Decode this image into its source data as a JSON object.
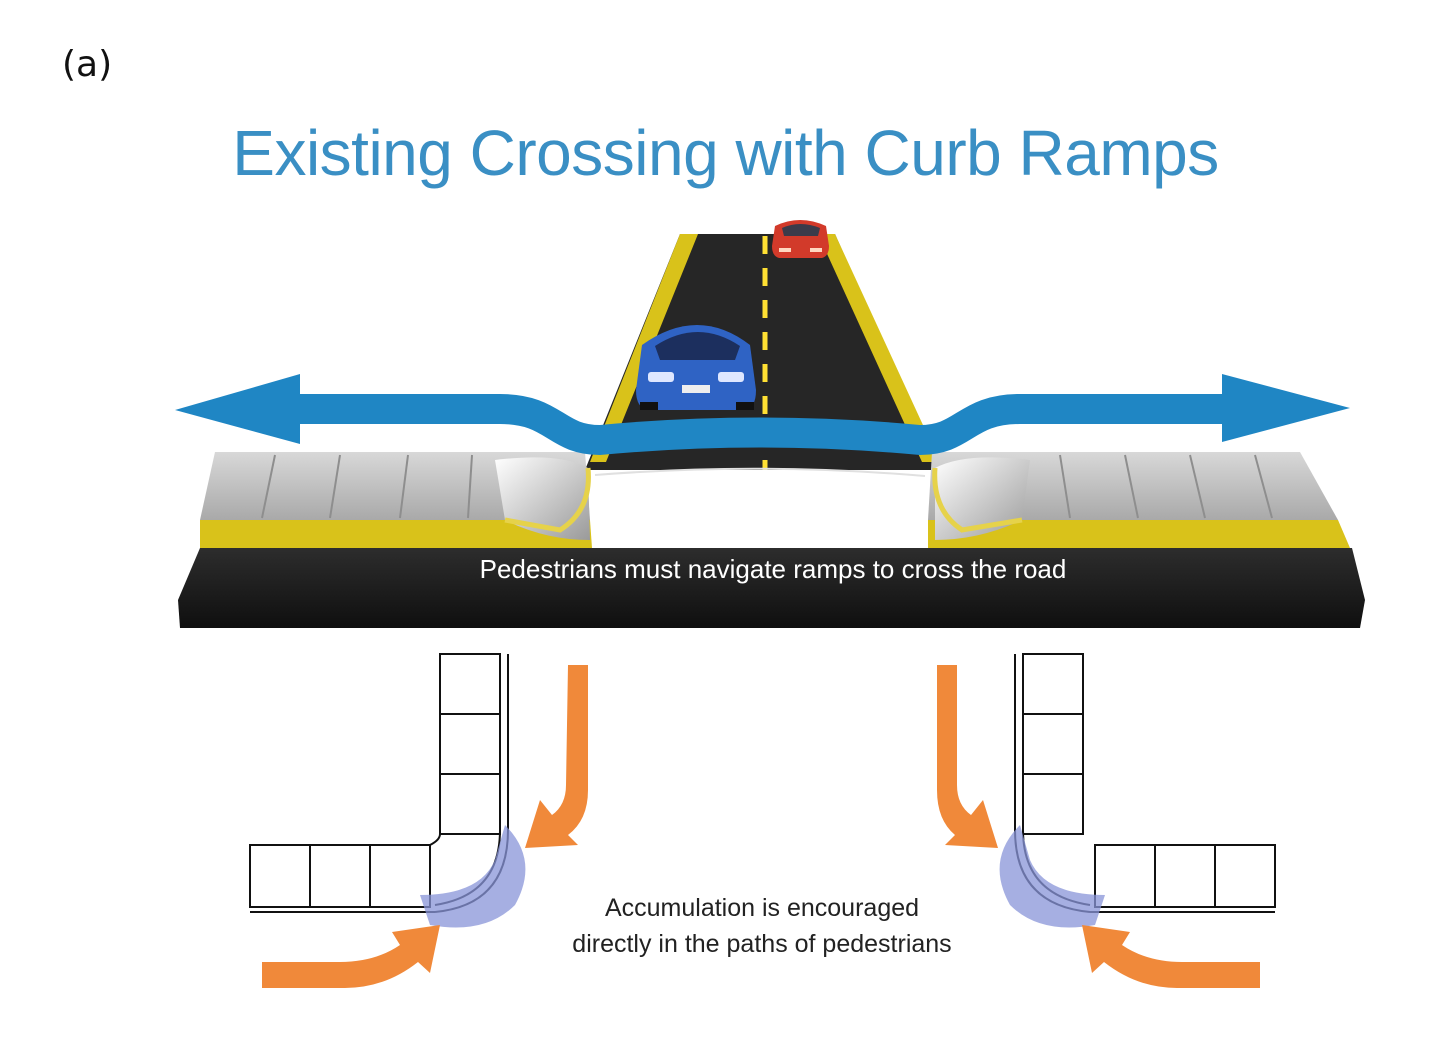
{
  "panel_label": "(a)",
  "title": "Existing Crossing with Curb Ramps",
  "caption_top": "Pedestrians must navigate ramps to cross the road",
  "caption_bottom_line1": "Accumulation is encouraged",
  "caption_bottom_line2": "directly in the paths of pedestrians",
  "colors": {
    "title": "#3a8fc4",
    "arrow": "#1f86c4",
    "asphalt": "#262626",
    "curb": "#d9c21a",
    "centerline": "#ffe033",
    "sidewalk": "#bdbdbd",
    "flow_arrow": "#f0893a",
    "accumulation": "#8894d8"
  },
  "icons": [
    "blue-car-icon",
    "red-car-icon",
    "left-arrow-icon",
    "right-arrow-icon"
  ]
}
